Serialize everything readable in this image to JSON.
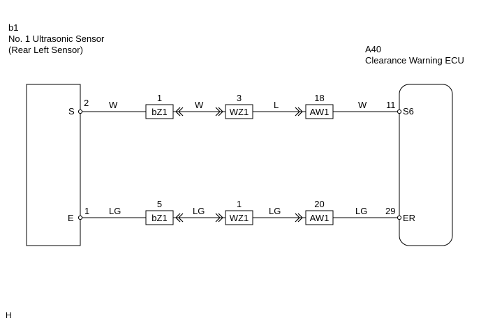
{
  "left_component": {
    "code": "b1",
    "name": "No. 1 Ultrasonic Sensor",
    "subtitle": "(Rear Left Sensor)",
    "pins": [
      {
        "pin_label": "S",
        "pin_number": "2"
      },
      {
        "pin_label": "E",
        "pin_number": "1"
      }
    ]
  },
  "right_component": {
    "code": "A40",
    "name": "Clearance Warning ECU",
    "pins": [
      {
        "pin_label": "S6",
        "pin_number": "11"
      },
      {
        "pin_label": "ER",
        "pin_number": "29"
      }
    ]
  },
  "circuits": [
    {
      "wire_colors": [
        "W",
        "W",
        "L",
        "W"
      ],
      "connectors": [
        {
          "name": "bZ1",
          "pin": "1"
        },
        {
          "name": "WZ1",
          "pin": "3"
        },
        {
          "name": "AW1",
          "pin": "18"
        }
      ]
    },
    {
      "wire_colors": [
        "LG",
        "LG",
        "LG",
        "LG"
      ],
      "connectors": [
        {
          "name": "bZ1",
          "pin": "5"
        },
        {
          "name": "WZ1",
          "pin": "1"
        },
        {
          "name": "AW1",
          "pin": "20"
        }
      ]
    }
  ],
  "footer_code": "H"
}
